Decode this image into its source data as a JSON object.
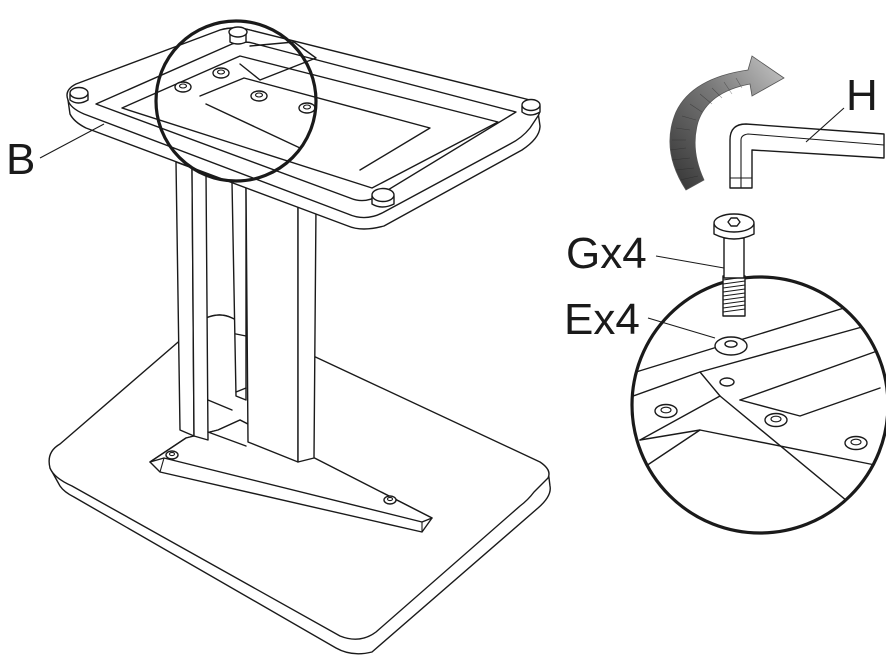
{
  "labels": {
    "frame": "B",
    "wrench": "H",
    "bolt": "Gx4",
    "washer": "Ex4"
  },
  "colors": {
    "line": "#1a1a1a",
    "arrow_dark": "#333333",
    "arrow_light": "#bbbbbb",
    "background": "#ffffff"
  },
  "icons": {
    "rotation": "clockwise-rotation-arrow-icon",
    "wrench": "allen-key-icon"
  }
}
